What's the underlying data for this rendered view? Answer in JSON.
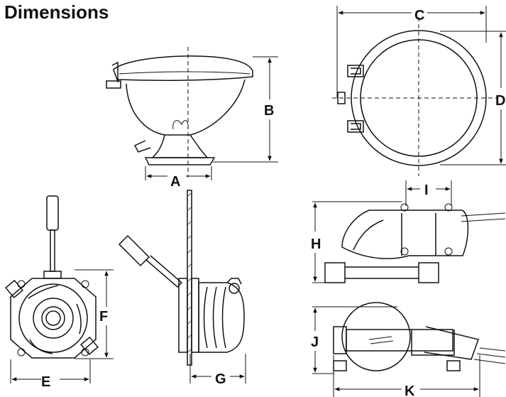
{
  "title": "Dimensions",
  "labels": {
    "A": "A",
    "B": "B",
    "C": "C",
    "D": "D",
    "E": "E",
    "F": "F",
    "G": "G",
    "H": "H",
    "I": "I",
    "J": "J",
    "K": "K"
  }
}
